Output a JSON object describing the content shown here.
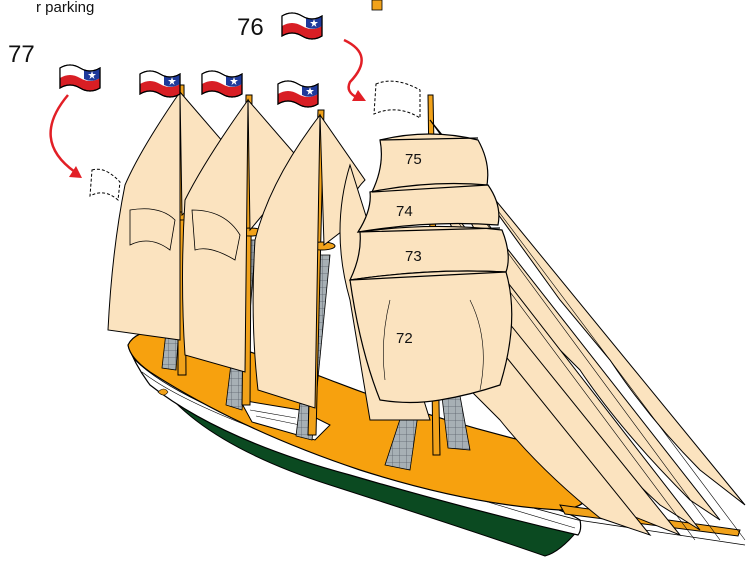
{
  "diagram": {
    "top_text": "r parking",
    "labels": {
      "flag_right": "76",
      "flag_left": "77",
      "sail_top": "75",
      "sail_2": "74",
      "sail_3": "73",
      "sail_bottom": "72"
    },
    "colors": {
      "sail": "#FBE3BF",
      "mast": "#F1A21A",
      "deck": "#F7A10E",
      "hull_white": "#FFFFFF",
      "hull_green": "#0B4A21",
      "rigging_net": "#A7B0B5",
      "arrow": "#E21F26",
      "flag_red": "#D81E24",
      "flag_blue": "#1F3A9B"
    },
    "icons": [
      "chilean-flag-icon",
      "curved-arrow-icon",
      "dashed-flag-outline-icon"
    ]
  }
}
